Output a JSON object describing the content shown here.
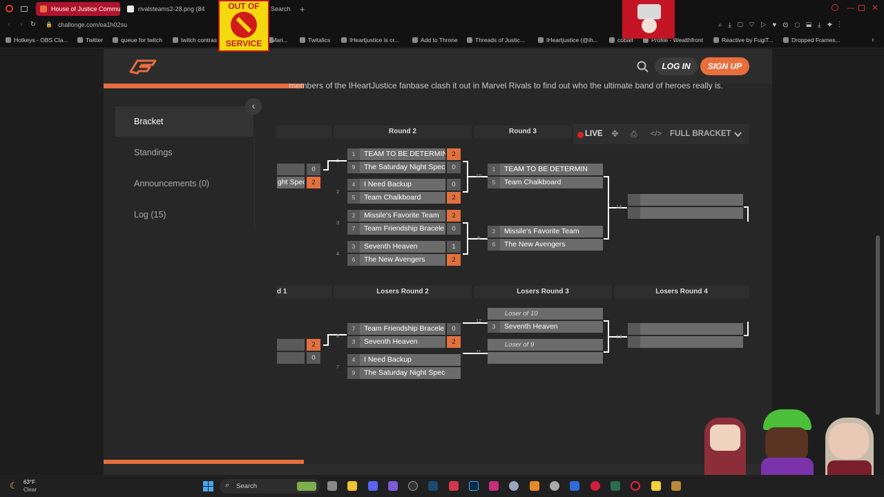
{
  "browser": {
    "tabs": [
      {
        "label": "House of Justice Commun",
        "active": true
      },
      {
        "label": "rivalsteams2-28.png (84",
        "active": false
      },
      {
        "label": "Search",
        "active": false
      }
    ],
    "url": "challonge.com/oa1h02su",
    "bookmarks": [
      "Hotkeys - OBS Cla...",
      "Twitter",
      "queue for twitch",
      "twitch contras",
      "- Mari...",
      "Twitalics",
      "IHeartjustice is cr...",
      "Add to Throne",
      "Threads of Justic...",
      "IHeartjustice (@ih...",
      "cobalt",
      "Profile - Wealthfront",
      "Reactive by FugiT...",
      "Dropped Frames..."
    ]
  },
  "overlay": {
    "out_of_service_line1": "OUT OF",
    "out_of_service_line2": "SERVICE"
  },
  "header": {
    "login_label": "LOG IN",
    "signup_label": "SIGN UP"
  },
  "description": "members of the IHeartJustice fanbase clash it out in Marvel Rivals to find out who the ultimate band of heroes really is.",
  "sidebar": {
    "items": [
      {
        "label": "Bracket",
        "active": true
      },
      {
        "label": "Standings",
        "active": false
      },
      {
        "label": "Announcements (0)",
        "active": false
      },
      {
        "label": "Log (15)",
        "active": false
      }
    ]
  },
  "toolbar": {
    "live_label": "LIVE",
    "full_bracket_label": "FULL BRACKET"
  },
  "winners": {
    "headers": [
      "Round 2",
      "Round 3"
    ],
    "round1_partial": {
      "score_top": "0",
      "name_bottom": "ght Spec",
      "score_bottom": "2"
    },
    "round2": [
      {
        "num": "5",
        "top": {
          "seed": "1",
          "name": "TEAM TO BE DETERMIN",
          "score": "2",
          "win": true
        },
        "bottom": {
          "seed": "9",
          "name": "The Saturday Night Spec",
          "score": "0",
          "win": false
        }
      },
      {
        "num": "2",
        "top": {
          "seed": "4",
          "name": "I Need Backup",
          "score": "0",
          "win": false
        },
        "bottom": {
          "seed": "5",
          "name": "Team Chalkboard",
          "score": "2",
          "win": true
        }
      },
      {
        "num": "3",
        "top": {
          "seed": "2",
          "name": "Missile's Favorite Team",
          "score": "2",
          "win": true
        },
        "bottom": {
          "seed": "7",
          "name": "Team Friendship Bracele",
          "score": "0",
          "win": false
        }
      },
      {
        "num": "4",
        "top": {
          "seed": "3",
          "name": "Seventh Heaven",
          "score": "1",
          "win": false
        },
        "bottom": {
          "seed": "6",
          "name": "The New Avengers",
          "score": "2",
          "win": true
        }
      }
    ],
    "round3": [
      {
        "num": "10",
        "top": {
          "seed": "1",
          "name": "TEAM TO BE DETERMIN"
        },
        "bottom": {
          "seed": "5",
          "name": "Team Chalkboard"
        }
      },
      {
        "num": "9",
        "top": {
          "seed": "2",
          "name": "Missile's Favorite Team"
        },
        "bottom": {
          "seed": "6",
          "name": "The New Avengers"
        }
      }
    ],
    "round4_num": "14"
  },
  "losers": {
    "headers": [
      "d 1",
      "Losers Round 2",
      "Losers Round 3",
      "Losers Round 4"
    ],
    "round1_partial": {
      "score_top": "2",
      "score_bottom": "0"
    },
    "round2": [
      {
        "num": "8",
        "top": {
          "seed": "7",
          "name": "Team Friendship Bracele",
          "score": "0",
          "win": false
        },
        "bottom": {
          "seed": "3",
          "name": "Seventh Heaven",
          "score": "2",
          "win": true
        }
      },
      {
        "num": "7",
        "top": {
          "seed": "4",
          "name": "I Need Backup"
        },
        "bottom": {
          "seed": "9",
          "name": "The Saturday Night Spec"
        }
      }
    ],
    "round3": [
      {
        "num": "12",
        "top": {
          "name": "Loser of 10"
        },
        "bottom": {
          "seed": "3",
          "name": "Seventh Heaven"
        }
      },
      {
        "num": "11",
        "top": {
          "name": "Loser of 9"
        },
        "bottom": {
          "name": ""
        }
      }
    ],
    "round4_num": "13"
  },
  "taskbar": {
    "weather_temp": "63°F",
    "weather_cond": "Clear",
    "search_label": "Search"
  }
}
